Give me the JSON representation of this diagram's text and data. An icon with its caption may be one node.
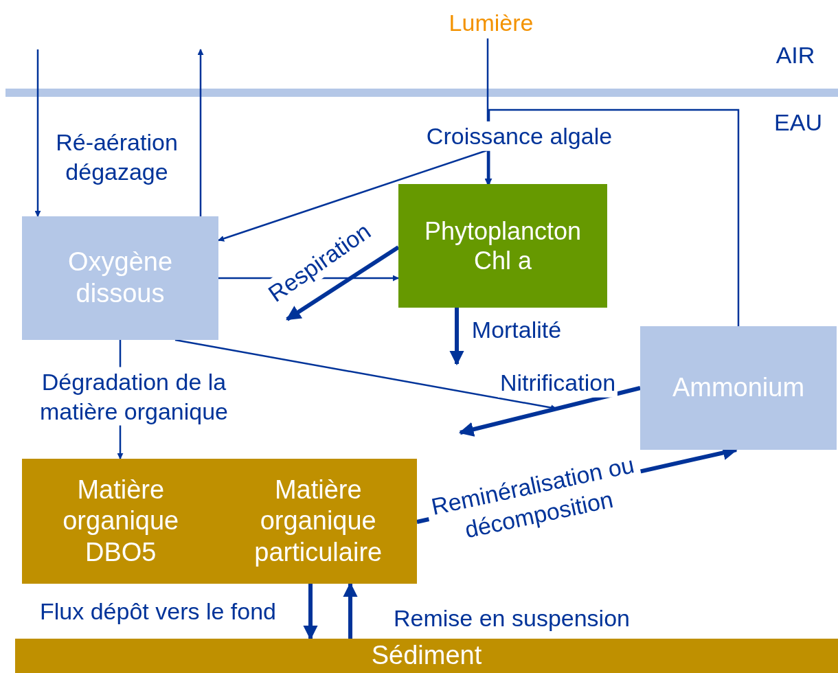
{
  "diagram": {
    "nodes": [
      {
        "text": [
          "Lumière"
        ]
      },
      {
        "text": [
          "Oxygène dissous"
        ]
      },
      {
        "text": [
          "Phytoplancton Chl a"
        ]
      },
      {
        "text": [
          "Ammonium"
        ]
      },
      {
        "text": [
          "Matière organique DBO5",
          "Matière organique particulaire"
        ]
      },
      {
        "text": [
          "Sédiment"
        ]
      }
    ],
    "edges": [
      {
        "from": null,
        "to": 1,
        "arrow": "to"
      },
      {
        "from": 1,
        "to": null,
        "arrow": "to"
      },
      {
        "from": 0,
        "to": 2,
        "arrow": "to"
      },
      {
        "from": 3,
        "to": 2,
        "arrow": "to",
        "label": "Croissance algale"
      },
      {
        "from": 2,
        "to": 1,
        "arrow": "to"
      },
      {
        "from": 1,
        "to": 2,
        "arrow": "to"
      },
      {
        "from": 2,
        "to": null,
        "arrow": "to",
        "label": "Respiration",
        "style": "thick"
      },
      {
        "from": 2,
        "to": null,
        "arrow": "to",
        "label": "Mortalité",
        "style": "thick"
      },
      {
        "from": 1,
        "to": null,
        "arrow": "to"
      },
      {
        "from": 3,
        "to": null,
        "arrow": "to",
        "label": "Nitrification",
        "style": "thick"
      },
      {
        "from": 1,
        "to": 4,
        "arrow": "to",
        "label": "Dégradation de la matière organique"
      },
      {
        "from": 4,
        "to": 3,
        "arrow": "to",
        "label": "Reminéralisation ou décomposition",
        "style": "thick"
      },
      {
        "from": 4,
        "to": 5,
        "arrow": "to",
        "label": "Flux dépôt vers le fond",
        "style": "thick"
      },
      {
        "from": 5,
        "to": 4,
        "arrow": "to",
        "label": "Remise en suspension",
        "style": "thick"
      }
    ],
    "labels": [
      "AIR",
      "EAU",
      "Ré-aération dégazage"
    ]
  }
}
